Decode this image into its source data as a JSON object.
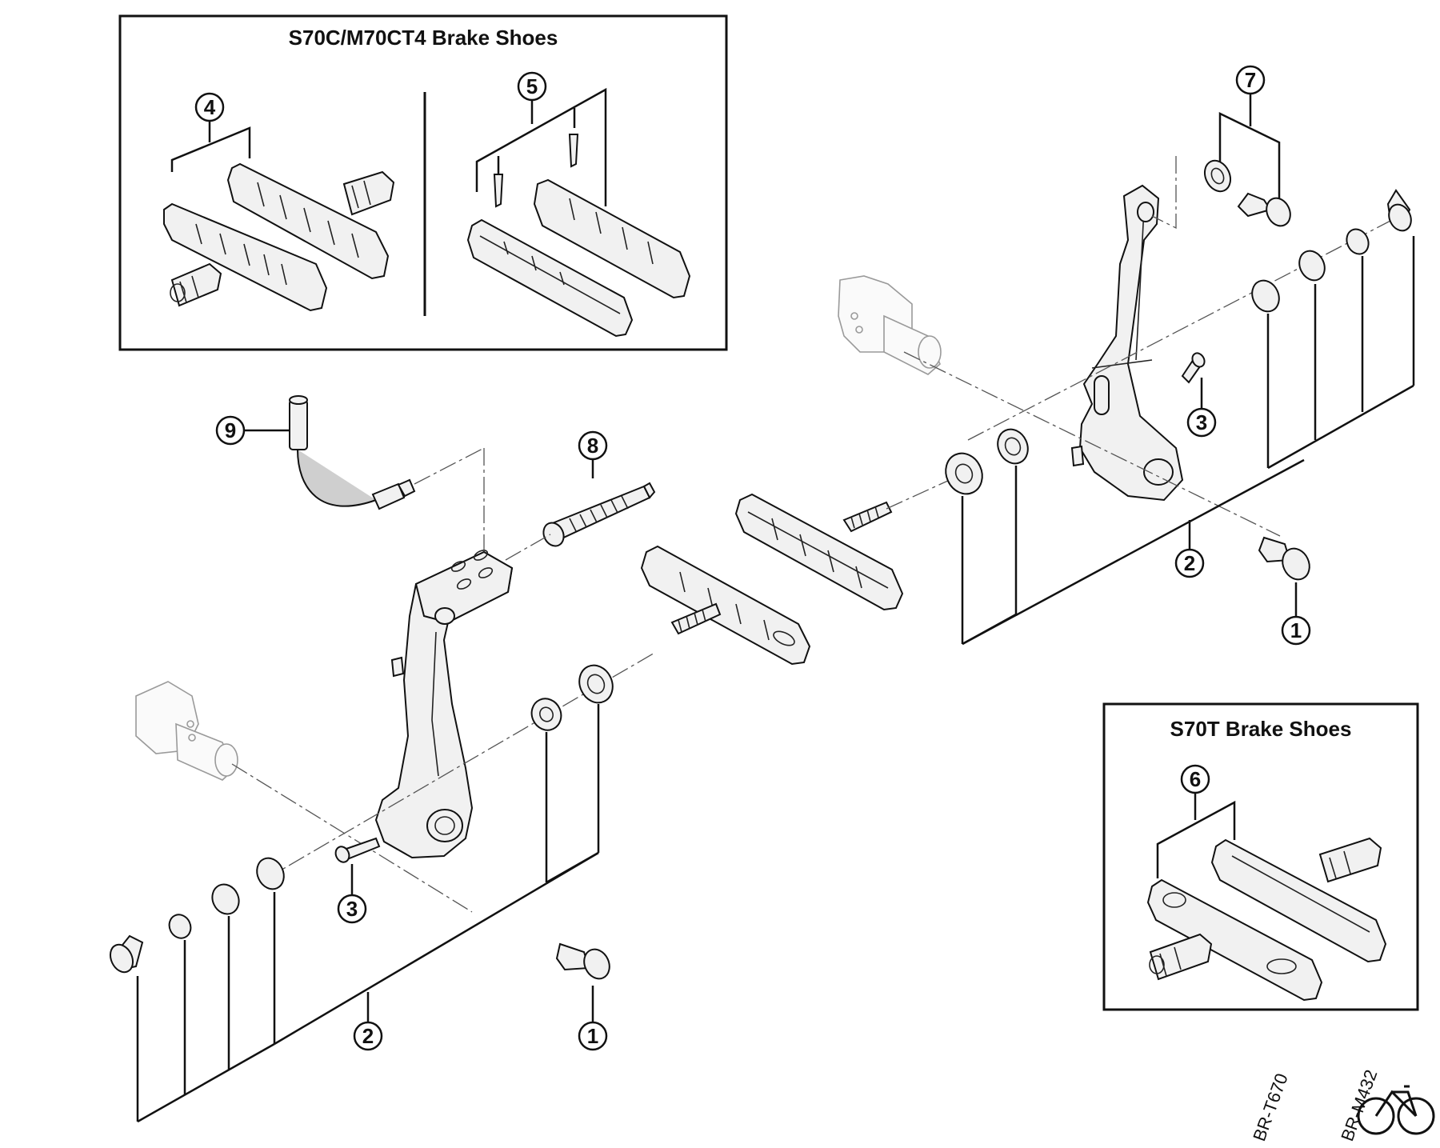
{
  "insets": {
    "top_left_title": "S70C/M70CT4 Brake Shoes",
    "bottom_right_title": "S70T Brake Shoes"
  },
  "callouts": {
    "c1a": "1",
    "c1b": "1",
    "c2a": "2",
    "c2b": "2",
    "c3a": "3",
    "c3b": "3",
    "c4": "4",
    "c5": "5",
    "c6": "6",
    "c7": "7",
    "c8": "8",
    "c9": "9"
  },
  "model_codes": {
    "left": "BR-T670",
    "right": "BR-M432"
  },
  "icons": {
    "logo": "bicycle-icon"
  }
}
